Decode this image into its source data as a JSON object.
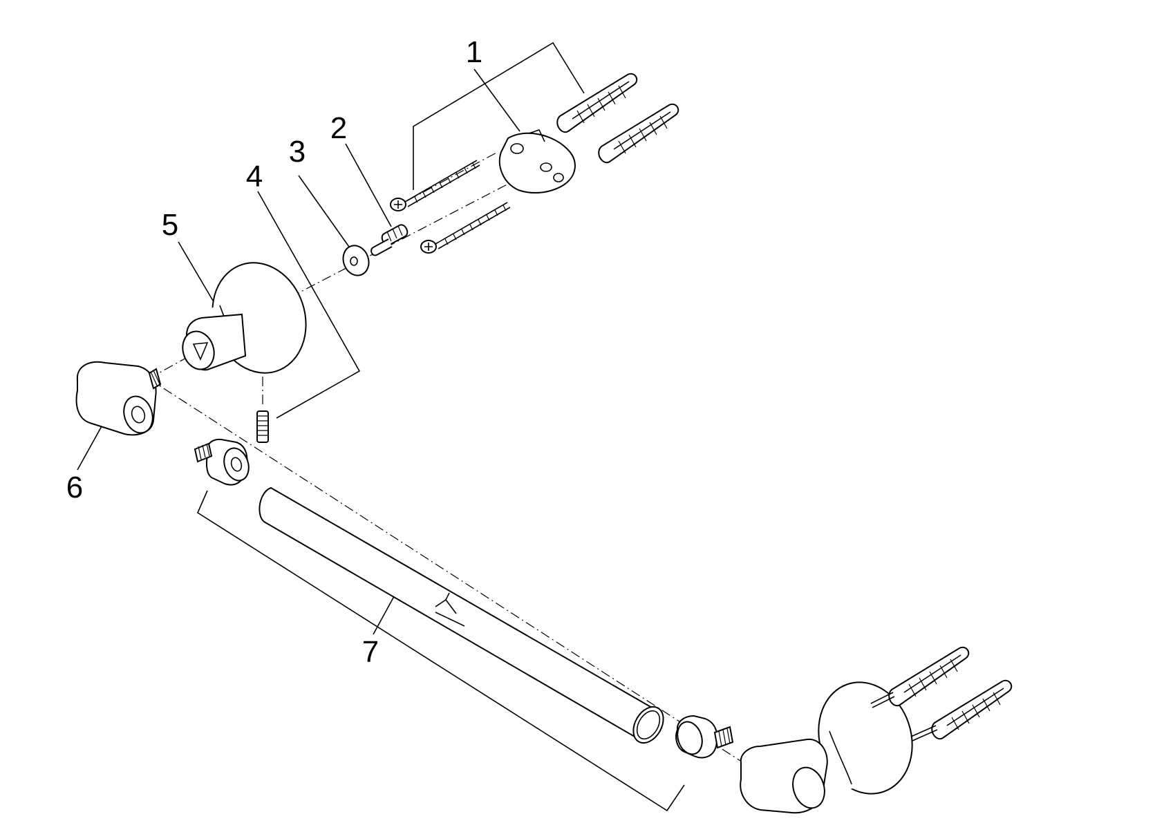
{
  "diagram": {
    "type": "exploded-parts-view",
    "line_color": "#000000",
    "background_color": "#ffffff",
    "callouts": [
      {
        "id": "callout-1",
        "text": "1"
      },
      {
        "id": "callout-2",
        "text": "2"
      },
      {
        "id": "callout-3",
        "text": "3"
      },
      {
        "id": "callout-4",
        "text": "4"
      },
      {
        "id": "callout-5",
        "text": "5"
      },
      {
        "id": "callout-6",
        "text": "6"
      },
      {
        "id": "callout-7",
        "text": "7"
      }
    ]
  }
}
